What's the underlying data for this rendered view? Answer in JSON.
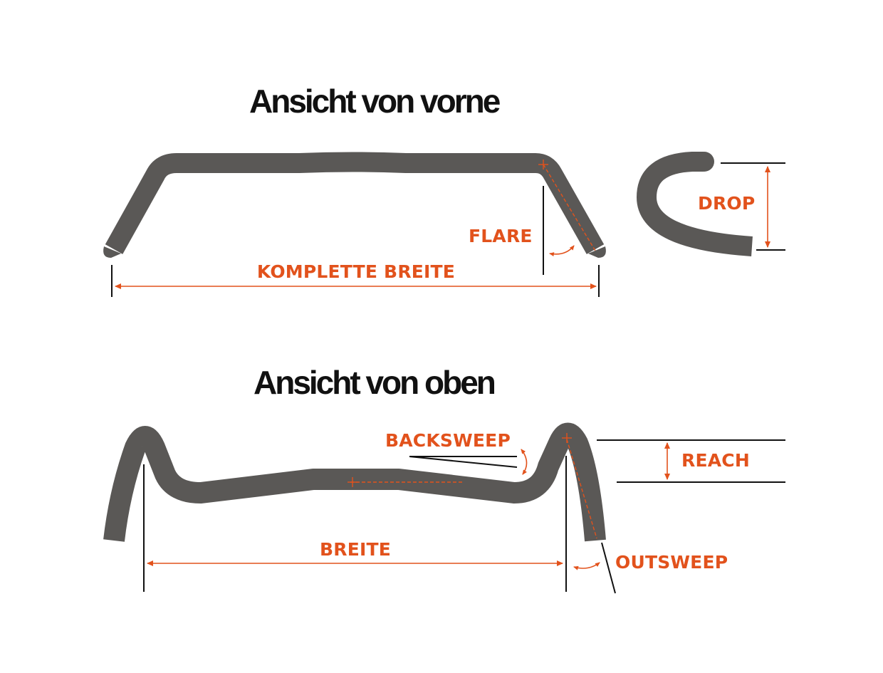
{
  "titles": {
    "front_view": "Ansicht von vorne",
    "top_view": "Ansicht von oben"
  },
  "labels": {
    "total_width": "KOMPLETTE BREITE",
    "flare": "FLARE",
    "drop": "DROP",
    "backsweep": "BACKSWEEP",
    "reach": "REACH",
    "width": "BREITE",
    "outsweep": "OUTSWEEP"
  },
  "colors": {
    "accent": "#e2521c",
    "bar": "#5a5856",
    "line": "#111111"
  },
  "icons": {
    "arrowhead": "arrowhead-icon",
    "crosshair": "crosshair-icon",
    "curved_arrow": "curved-double-arrow-icon"
  }
}
